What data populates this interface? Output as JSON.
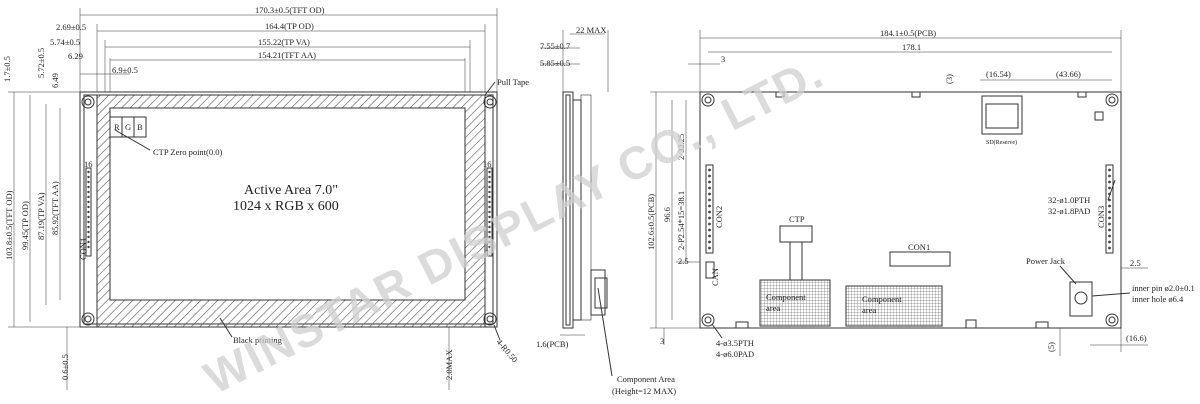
{
  "watermark": "WINSTAR DISPLAY CO., LTD.",
  "front_view": {
    "top_dims": [
      "170.3±0.5(TFT OD)",
      "2.69±0.5",
      "164.4(TP OD)",
      "5.74±0.5",
      "155.22(TP VA)",
      "6.29",
      "154.21(TFT AA)",
      "6.9±0.5"
    ],
    "left_dims": [
      "1.7±0.5",
      "5.72±0.5",
      "6.49",
      "103.8±0.5(TFT OD)",
      "99.45(TP OD)",
      "87.19(TP VA)",
      "85.92(TFT AA)"
    ],
    "bottom_dims": [
      "0.6±0.5",
      "2.0MAX",
      "4-R0.50"
    ],
    "pull_tape": "Pull Tape",
    "rgb": [
      "R",
      "G",
      "B"
    ],
    "ctp_zero": "CTP Zero point(0.0)",
    "active_area_title": "Active Area 7.0\"",
    "active_area_res": "1024 x RGB x 600",
    "black_printing": "Black printing",
    "con1_label": "CON1",
    "pin16": "16",
    "pin1": "1"
  },
  "side_view": {
    "dims": [
      "7.55±0.7",
      "22 MAX",
      "5.85±0.5",
      "1.6(PCB)"
    ],
    "component_area": "Component Area",
    "component_height": "(Height=12 MAX)"
  },
  "back_view": {
    "top_dims": [
      "184.1±0.5(PCB)",
      "178.1",
      "3",
      "(3)",
      "(16.54)",
      "(43.66)"
    ],
    "left_dims": [
      "2-32.25",
      "2-P2.54*15=38.1",
      "102.6±0.5(PCB)",
      "96.6",
      "2.5",
      "3"
    ],
    "sd_label": "SD(Reserve)",
    "con2": "CON2",
    "con3": "CON3",
    "ctp": "CTP",
    "con1": "CON1",
    "can": "CAN",
    "pth32": "32-ø1.0PTH",
    "pad32": "32-ø1.8PAD",
    "power_jack": "Power Jack",
    "inner_pin": "inner pin ø2.0±0.1",
    "inner_hole": "inner hole ø6.4",
    "component_area": "Component",
    "component_area2": "area",
    "pth4": "4-ø3.5PTH",
    "pad4": "4-ø6.0PAD",
    "right_dims": [
      "2.5",
      "(5)",
      "(16.6)"
    ]
  }
}
